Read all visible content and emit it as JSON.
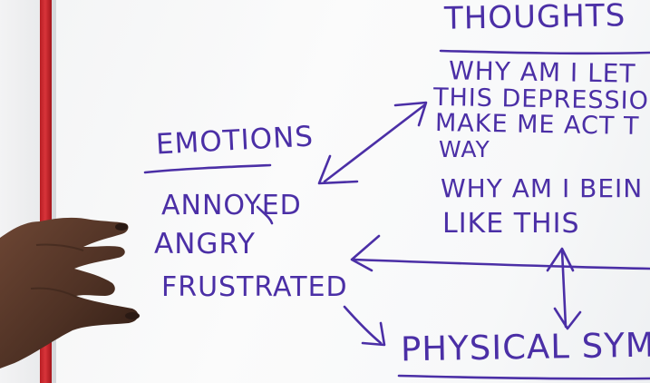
{
  "board": {
    "headings": {
      "thoughts": "THOUGHTS",
      "emotions": "EMOTIONS",
      "physical": "PHYSICAL SYM"
    },
    "thoughts_lines": [
      "WHY AM I LET",
      "THIS DEPRESSIO",
      "MAKE ME ACT T",
      "WAY",
      "WHY AM I BEIN",
      "LIKE THIS"
    ],
    "emotions_list": [
      "ANNOYED",
      "ANGRY",
      "FRUSTRATED"
    ]
  },
  "colors": {
    "marker": "#4b2fa6",
    "frame": "#c8262c",
    "board": "#f6f7f8",
    "skin": "#5a3a2b"
  }
}
